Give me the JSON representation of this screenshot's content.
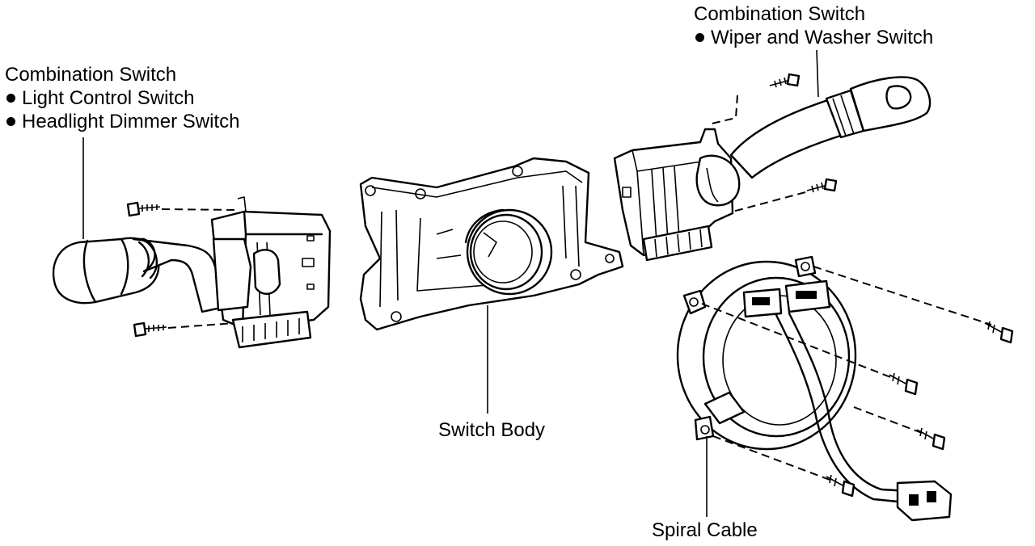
{
  "labels": {
    "left_switch": {
      "title": "Combination Switch",
      "items": [
        "Light Control Switch",
        "Headlight Dimmer Switch"
      ]
    },
    "right_switch": {
      "title": "Combination Switch",
      "items": [
        "Wiper and Washer Switch"
      ]
    },
    "switch_body": "Switch Body",
    "spiral_cable": "Spiral Cable"
  }
}
